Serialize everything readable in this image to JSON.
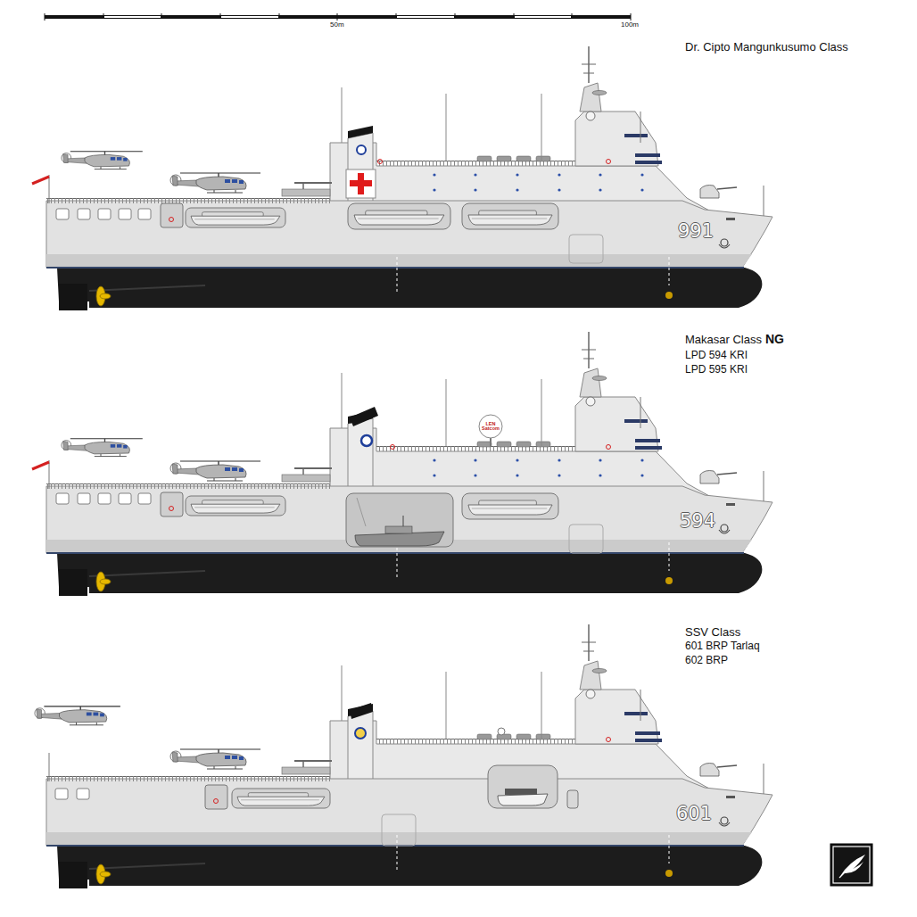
{
  "diagram": {
    "labels": [
      "50m",
      "100m",
      "Dr. Cipto Mangunkusumo Class",
      "991",
      "Makasar Class",
      "NG",
      "LPD 594 KRI",
      "LPD 595 KRI",
      "LEN Satcom",
      "594",
      "SSV Class",
      "601 BRP Tarlaq",
      "602 BRP",
      "601"
    ]
  }
}
